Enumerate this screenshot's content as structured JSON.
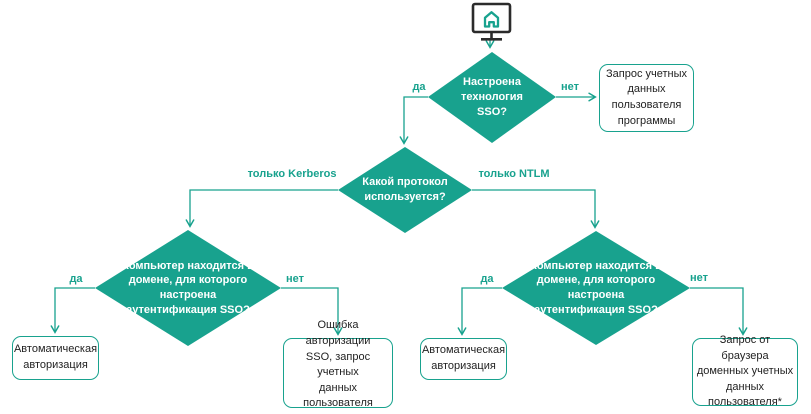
{
  "colors": {
    "accent_teal": "#18A28E",
    "monitor_outline": "#2b2b2b",
    "box_text": "#1f1f1f",
    "background": "#ffffff"
  },
  "icons": {
    "top": "computer-monitor-home-icon",
    "arrowheads": "open-v-arrow"
  },
  "decisions": {
    "sso_configured": "Настроена\nтехнология\nSSO?",
    "which_protocol": "Какой протокол\nиспользуется?",
    "domain_kerberos": "Компьютер находится в\nдомене, для которого\nнастроена\nаутентификация SSO?",
    "domain_ntlm": "Компьютер находится в\nдомене, для которого\nнастроена\nаутентификация SSO?"
  },
  "results": {
    "app_credentials_request": "Запрос учетных\nданных\nпользователя\nпрограммы",
    "auto_auth_left": "Автоматическая\nавторизация",
    "sso_error": "Ошибка авторизации\nSSO, запрос учетных\nданных пользователя\nпрограммы",
    "auto_auth_right": "Автоматическая\nавторизация",
    "browser_credentials_request": "Запрос от браузера\nдоменных учетных\nданных\nпользователя*"
  },
  "edge_labels": {
    "yes": "да",
    "no": "нет",
    "kerberos": "только Kerberos",
    "ntlm": "только NTLM"
  }
}
